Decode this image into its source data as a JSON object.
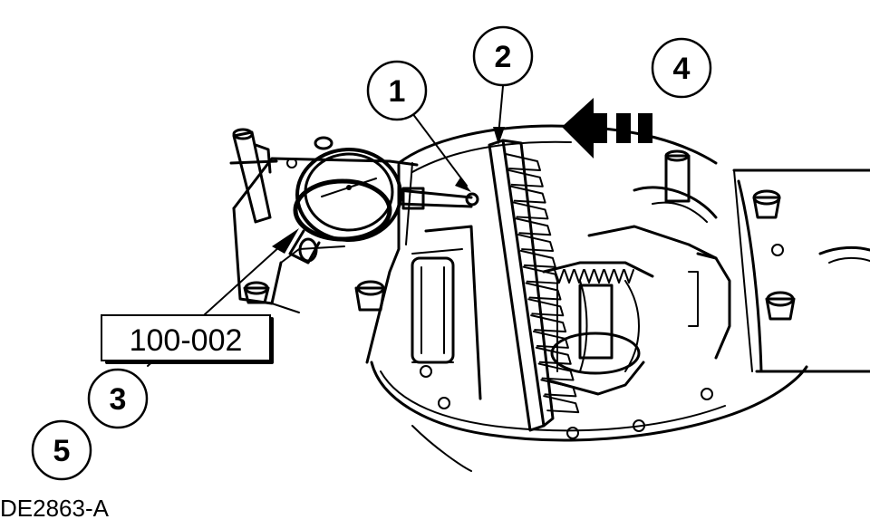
{
  "figure": {
    "callouts": [
      {
        "id": "1",
        "label": "1"
      },
      {
        "id": "2",
        "label": "2"
      },
      {
        "id": "3",
        "label": "3"
      },
      {
        "id": "4",
        "label": "4"
      },
      {
        "id": "5",
        "label": "5"
      }
    ],
    "tool_number": "100-002",
    "figure_code": "DE2863-A"
  }
}
